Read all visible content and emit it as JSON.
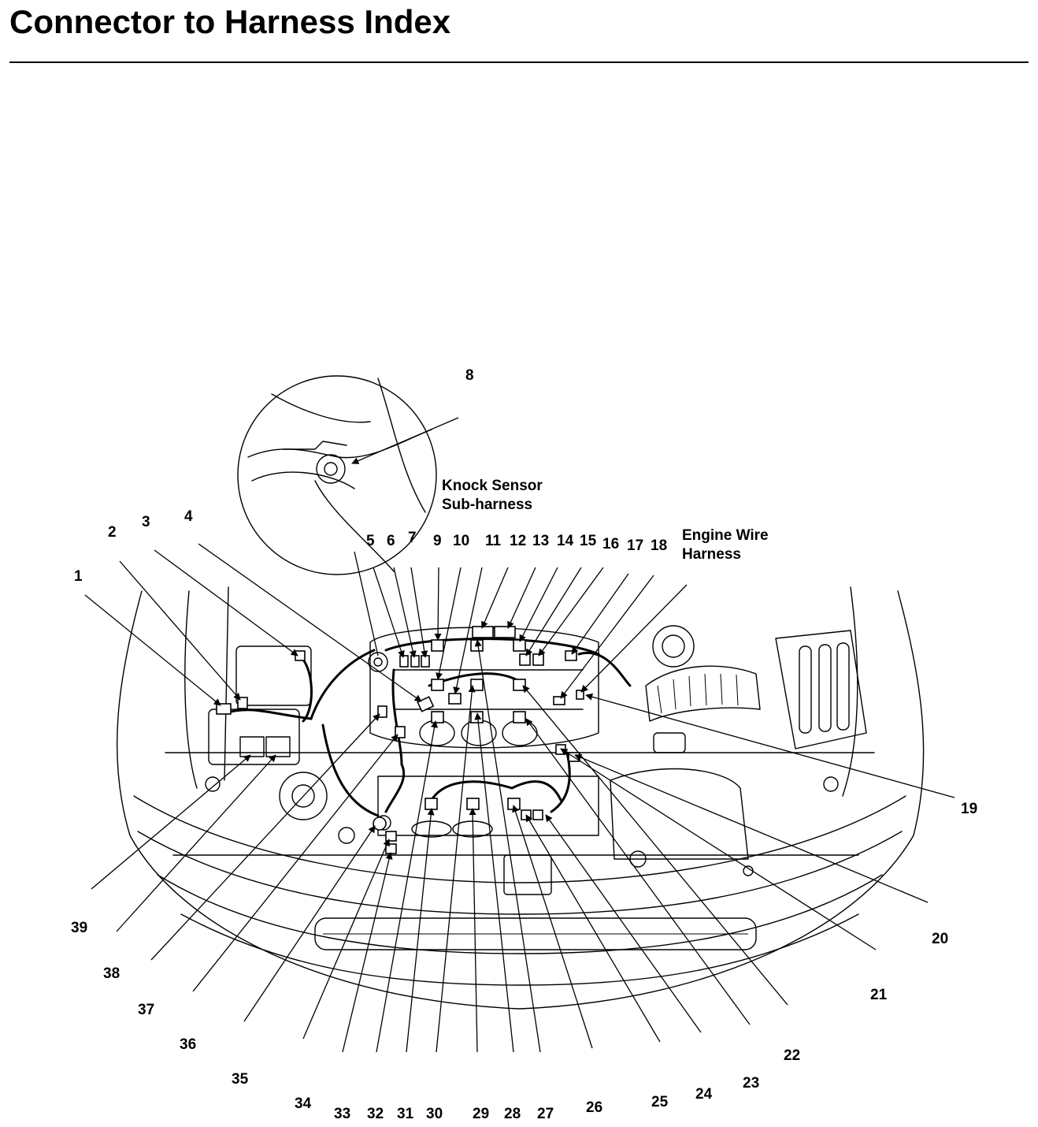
{
  "title": "Connector to Harness Index",
  "callouts": {
    "knock_sensor": [
      "Knock Sensor",
      "Sub-harness"
    ],
    "engine_wire": [
      "Engine Wire",
      "Harness"
    ]
  },
  "labels": [
    "1",
    "2",
    "3",
    "4",
    "5",
    "6",
    "7",
    "8",
    "9",
    "10",
    "11",
    "12",
    "13",
    "14",
    "15",
    "16",
    "17",
    "18",
    "19",
    "20",
    "21",
    "22",
    "23",
    "24",
    "25",
    "26",
    "27",
    "28",
    "29",
    "30",
    "31",
    "32",
    "33",
    "34",
    "35",
    "36",
    "37",
    "38",
    "39"
  ]
}
